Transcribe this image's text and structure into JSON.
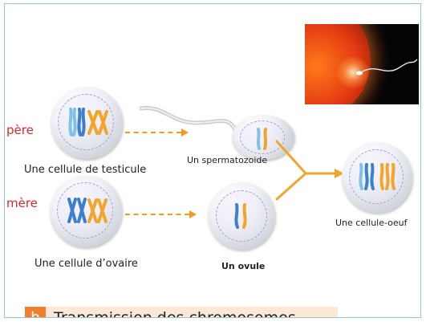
{
  "labels": {
    "pere": "père",
    "mere": "mère",
    "testicule": "Une cellule de testicule",
    "ovaire": "Une cellule d’ovaire",
    "spermatozoide": "Un spermatozoide",
    "ovule": "Un ovule",
    "oeuf": "Une cellule-oeuf"
  },
  "caption": {
    "letter": "b",
    "text": "Transmission des chromosomes"
  },
  "colors": {
    "parent_label": "#e0262d",
    "arrow": "#f29a1d",
    "chromosome_blue": "#3c7ed0",
    "chromosome_orange": "#f2a52a",
    "nucleus_border": "#b29ad0",
    "frame_border": "#8fc6d8"
  }
}
